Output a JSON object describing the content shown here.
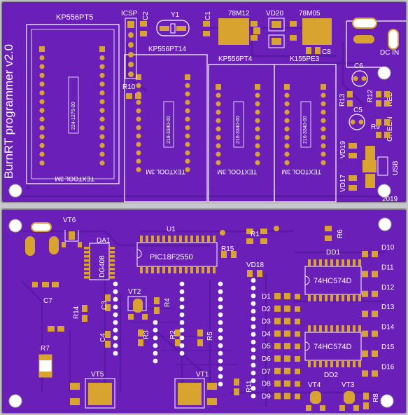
{
  "colors": {
    "pcb": "#6a1fb8",
    "pcb_dark": "#4d128c",
    "pcb_trace": "#5a18a6",
    "silk": "#ffffff",
    "copper": "#d9a330",
    "copper_dark": "#a77a1c",
    "background": "#c8c8cc"
  },
  "top_board": {
    "title": "BurnRT programmer v2.0",
    "labels": {
      "kp556pt5": "KP556PT5",
      "icsp": "ICSP",
      "c2": "C2",
      "y1": "Y1",
      "c1": "C1",
      "u78m12": "78M12",
      "vd20": "VD20",
      "u78m05": "78M05",
      "c8": "C8",
      "dcin": "DC IN",
      "kp556pt14": "KP556PT14",
      "kp556pt4": "KP556PT4",
      "k155pe3": "K155PE3",
      "r10": "R10",
      "c6": "C6",
      "c5": "C5",
      "r13": "R13",
      "r12": "R12",
      "red": "RED",
      "r9": "R9",
      "green": "GREEN",
      "vd19": "VD19",
      "vd17": "VD17",
      "usb": "USB",
      "year": "2019"
    },
    "sockets": [
      {
        "vendor": "TEXTOOL 3M",
        "part": "224-1275-00"
      },
      {
        "vendor": "TEXTOOL 3M",
        "part": "218-3340-00"
      },
      {
        "vendor": "TEXTOOL 3M",
        "part": "216-3340-00"
      },
      {
        "vendor": "TEXTOOL 3M",
        "part": "216-3340-00"
      }
    ]
  },
  "bottom_board": {
    "labels": {
      "vt6": "VT6",
      "u1": "U1",
      "r1": "R1",
      "r6": "R6",
      "da1": "DA1",
      "dg408": "DG408",
      "pic": "PIC18F2550",
      "r15": "R15",
      "vd18": "VD18",
      "dd1": "DD1",
      "hc1": "74HC574D",
      "vt2": "VT2",
      "r4": "R4",
      "c3": "C3",
      "r14": "R14",
      "c7": "C7",
      "c4": "C4",
      "r3": "R3",
      "r2": "R2",
      "r5": "R5",
      "r7": "R7",
      "hc2": "74HC574D",
      "dd2": "DD2",
      "vt5": "VT5",
      "vt1": "VT1",
      "r11": "R11",
      "vt4": "VT4",
      "vt3": "VT3",
      "r8": "R8"
    },
    "leds_left": [
      "D1",
      "D2",
      "D3",
      "D4",
      "D5",
      "D6",
      "D7",
      "D8",
      "D9"
    ],
    "leds_right": [
      "D10",
      "D11",
      "D12",
      "D13",
      "D14",
      "D15",
      "D16"
    ]
  }
}
